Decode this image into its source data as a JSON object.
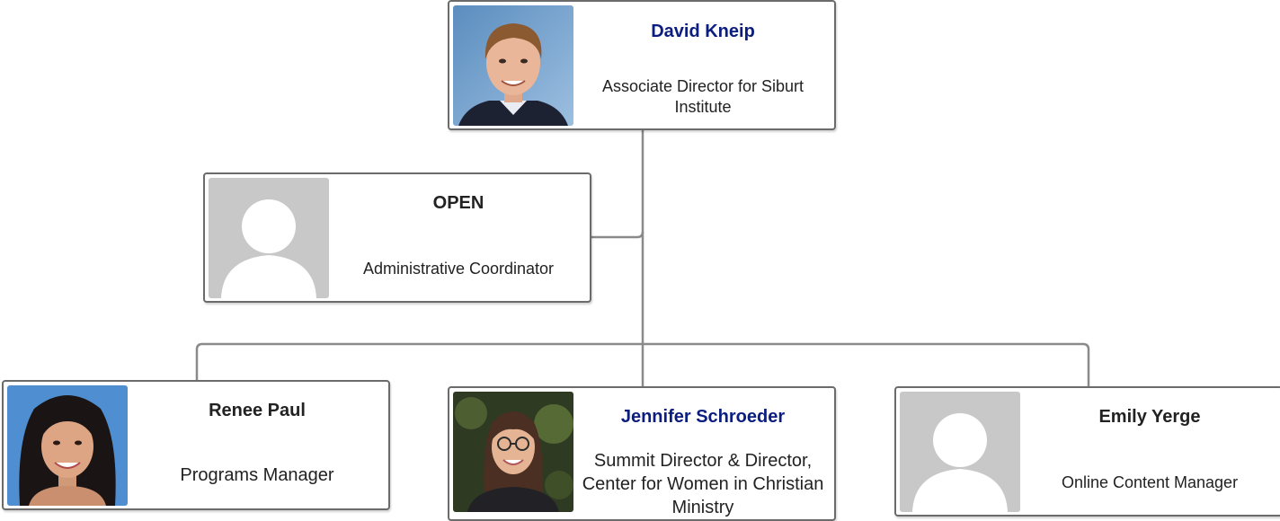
{
  "org_chart": {
    "director": {
      "name": "David Kneip",
      "title": "Associate Director for Siburt Institute"
    },
    "admin": {
      "name": "OPEN",
      "title": "Administrative Coordinator"
    },
    "reports": [
      {
        "name": "Renee Paul",
        "title": "Programs Manager"
      },
      {
        "name": "Jennifer Schroeder",
        "title": "Summit Director & Director, Center for Women in Christian Ministry"
      },
      {
        "name": "Emily Yerge",
        "title": "Online Content Manager"
      }
    ]
  },
  "colors": {
    "linked_name": "#0b1d7e",
    "text": "#222222",
    "border": "#6b6b6b",
    "connector": "#8a8a8a",
    "placeholder_bg": "#c8c8c8",
    "placeholder_fg": "#ffffff"
  },
  "icons": {
    "placeholder": "person-placeholder-icon"
  }
}
